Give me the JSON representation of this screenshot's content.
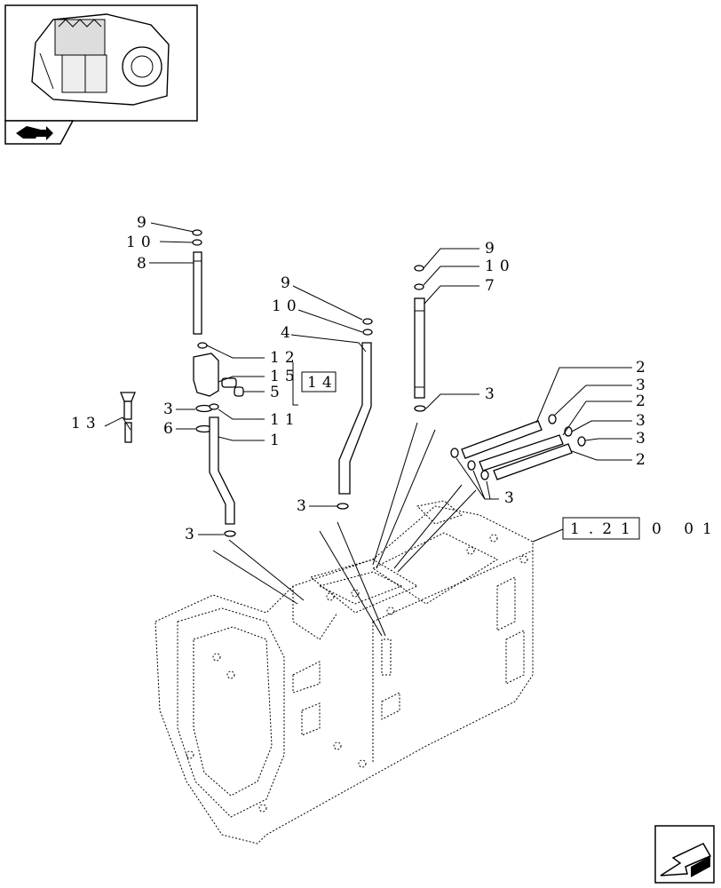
{
  "thumbnail": {
    "icon": "transmission-thumbnail"
  },
  "nav_icons": {
    "thumbnail_tab": "book-arrow-icon",
    "next_page": "page-arrow-icon"
  },
  "reference": {
    "boxed": "1.21",
    "suffix": "0 01"
  },
  "callouts": {
    "c9_a": "9",
    "c10_a": "10",
    "c8": "8",
    "c12": "12",
    "c15": "15",
    "c5": "5",
    "c14": "14",
    "c3_a": "3",
    "c6": "6",
    "c11": "11",
    "c1": "1",
    "c3_b": "3",
    "c13": "13",
    "c9_b": "9",
    "c10_b": "10",
    "c4": "4",
    "c3_c": "3",
    "c9_c": "9",
    "c10_c": "10",
    "c7": "7",
    "c3_d": "3",
    "c2_a": "2",
    "c3_e": "3",
    "c2_b": "2",
    "c3_f": "3",
    "c3_g": "3",
    "c2_c": "2",
    "c3_h": "3"
  }
}
